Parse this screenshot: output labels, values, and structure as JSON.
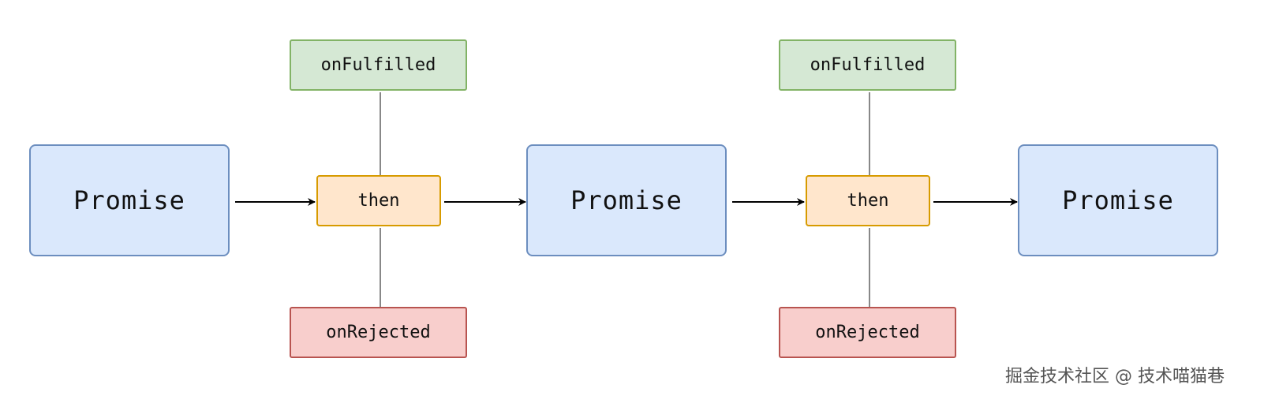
{
  "diagram": {
    "nodes": {
      "promise_1": "Promise",
      "then_1": "then",
      "on_fulfilled_1": "onFulfilled",
      "on_rejected_1": "onRejected",
      "promise_2": "Promise",
      "then_2": "then",
      "on_fulfilled_2": "onFulfilled",
      "on_rejected_2": "onRejected",
      "promise_3": "Promise"
    },
    "edges": [
      {
        "from": "promise_1",
        "to": "then_1",
        "style": "arrow"
      },
      {
        "from": "then_1",
        "to": "promise_2",
        "style": "arrow"
      },
      {
        "from": "promise_2",
        "to": "then_2",
        "style": "arrow"
      },
      {
        "from": "then_2",
        "to": "promise_3",
        "style": "arrow"
      },
      {
        "from": "on_fulfilled_1",
        "to": "then_1",
        "style": "line"
      },
      {
        "from": "then_1",
        "to": "on_rejected_1",
        "style": "line"
      },
      {
        "from": "on_fulfilled_2",
        "to": "then_2",
        "style": "line"
      },
      {
        "from": "then_2",
        "to": "on_rejected_2",
        "style": "line"
      }
    ],
    "colors": {
      "promise_fill": "#dae8fc",
      "promise_stroke": "#6c8ebf",
      "then_fill": "#ffe6cc",
      "then_stroke": "#d79b00",
      "fulfilled_fill": "#d5e8d4",
      "fulfilled_stroke": "#82b366",
      "rejected_fill": "#f8cecc",
      "rejected_stroke": "#b85450"
    }
  },
  "watermark": "掘金技术社区 @ 技术喵猫巷"
}
